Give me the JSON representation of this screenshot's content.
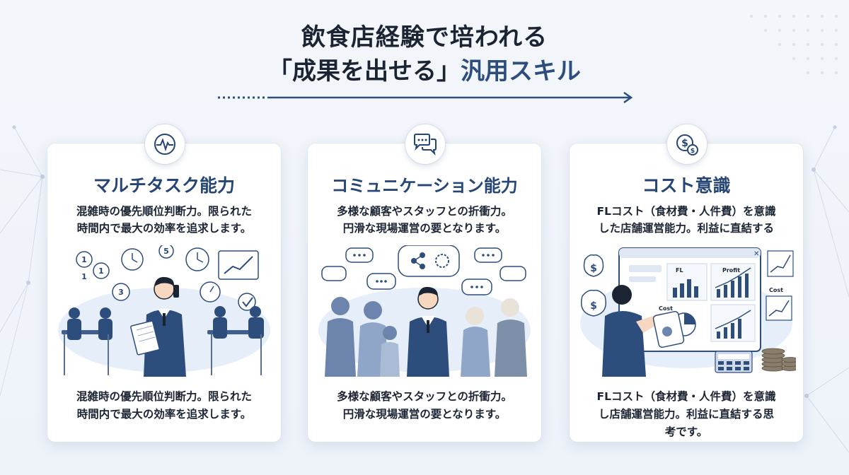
{
  "header": {
    "title_line1": "飲食店経験で培われる",
    "title_line2_prefix": "「成果を出せる」",
    "title_line2_accent": "汎用スキル"
  },
  "colors": {
    "accent": "#254675",
    "navy": "#2d4d7d",
    "light_blue": "#c9d8ee",
    "text": "#1b2433"
  },
  "cards": [
    {
      "icon": "heartbeat-icon",
      "title": "マルチタスク能力",
      "desc_line1": "混雑時の優先順位判断力。限られた",
      "desc_line2": "時間内で最大の効率を追求します。",
      "bottom_line1": "混雑時の優先順位判断力。限られた",
      "bottom_line2": "時間内で最大の効率を追求します。",
      "illustration_numbers": [
        "1",
        "1",
        "3",
        "5",
        "1"
      ]
    },
    {
      "icon": "chat-bubbles-icon",
      "title": "コミュニケーション能力",
      "desc_line1": "多様な顧客やスタッフとの折衝力。",
      "desc_line2": "円滑な現場運営の要となります。",
      "bottom_line1": "多様な顧客やスタッフとの折衝力。",
      "bottom_line2": "円滑な現場運営の要となります。"
    },
    {
      "icon": "dollar-coins-icon",
      "title": "コスト意識",
      "desc_line1": "FLコスト（食材費・人件費）を意識",
      "desc_line2": "した店舗運営能力。利益に直結する",
      "bottom_line1": "FLコスト（食材費・人件費）を意識",
      "bottom_line2": "し店舗運営能力。利益に直結する思",
      "bottom_line3": "考です。",
      "illustration_labels": {
        "fl": "FL",
        "profit": "Profit",
        "cost": "Cost",
        "cost_side": "Cost",
        "close": "✕",
        "dollar": "$"
      }
    }
  ]
}
